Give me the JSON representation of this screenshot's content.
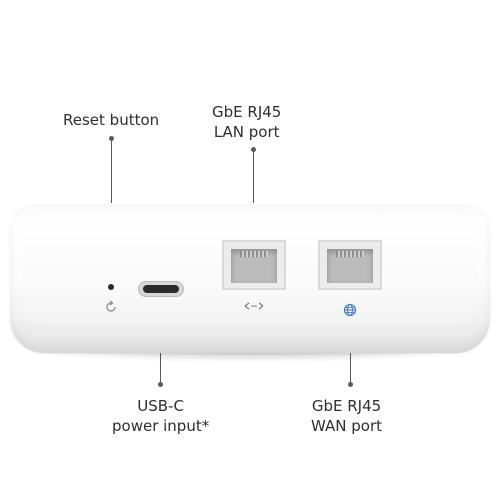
{
  "labels": {
    "reset": "Reset button",
    "lan_line1": "GbE RJ45",
    "lan_line2": "LAN port",
    "usbc_line1": "USB-C",
    "usbc_line2": "power input*",
    "wan_line1": "GbE RJ45",
    "wan_line2": "WAN port"
  },
  "icons": {
    "reset": "reset-arrow-icon",
    "lan": "lan-arrows-icon",
    "wan": "globe-icon"
  },
  "colors": {
    "device": "#f7f7f7",
    "text": "#2e2e2e",
    "leader": "#5a5a5a",
    "wan_icon": "#3a78c8"
  }
}
